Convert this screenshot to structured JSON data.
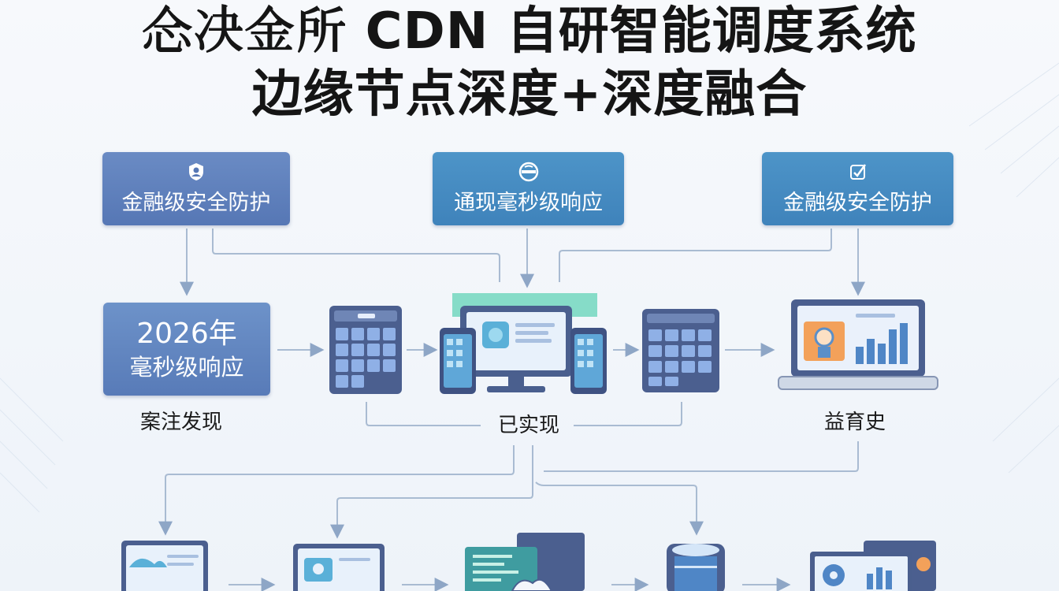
{
  "title": {
    "line1": "𢗁决金所 CDN  自研智能调度系统",
    "line2": "边缘节点深度+深度融合"
  },
  "top_boxes": [
    {
      "label": "金融级安全防护",
      "icon": "shield-person-icon"
    },
    {
      "label": "通现毫秒级响应",
      "icon": "globe-icon"
    },
    {
      "label": "金融级安全防护",
      "icon": "edit-check-icon"
    }
  ],
  "year_box": {
    "line1": "2026年",
    "line2": "毫秒级响应"
  },
  "captions": {
    "left": "案注发现",
    "center": "已实现",
    "right": "益育史"
  },
  "colors": {
    "box_blue": "#5f82bf",
    "box_teal": "#4790c4",
    "connector": "#9fb3cc",
    "arrow": "#8ea6c6",
    "device_dark": "#4a5f8e",
    "accent_green": "#7fdcc4",
    "accent_orange": "#f3a15a"
  }
}
